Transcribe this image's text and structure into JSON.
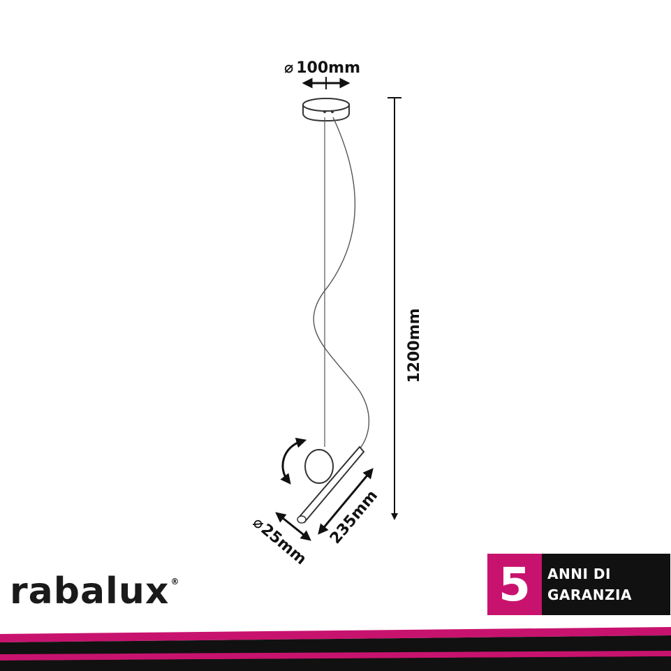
{
  "dimensions": {
    "canopy_diameter": "100mm",
    "cable_length": "1200mm",
    "tube_length": "235mm",
    "tube_diameter": "25mm",
    "diameter_symbol": "⌀"
  },
  "brand": {
    "name": "rabalux",
    "registered_mark": "®"
  },
  "warranty": {
    "number": "5",
    "line1": "ANNI DI",
    "line2": "GARANZIA"
  },
  "colors": {
    "accent": "#c8136e",
    "dark": "#111111",
    "line": "#333333"
  },
  "icons": [
    "rotate-arrow-icon",
    "double-arrow-icon",
    "registered-icon"
  ]
}
